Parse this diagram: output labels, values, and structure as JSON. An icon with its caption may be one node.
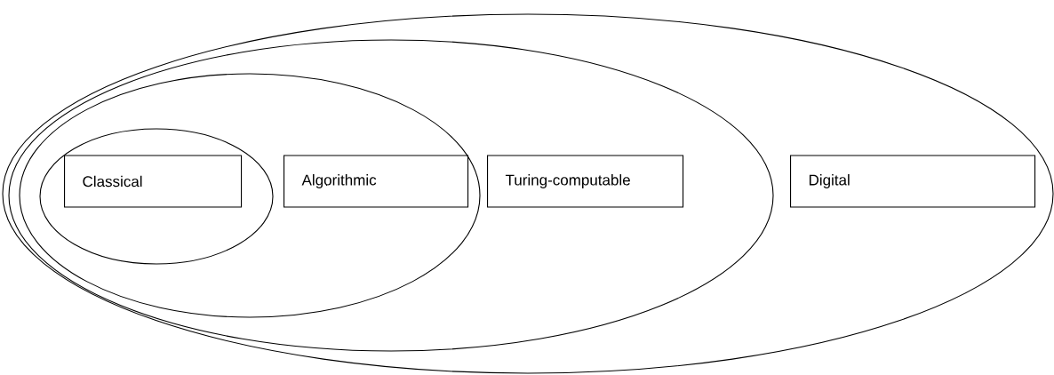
{
  "diagram": {
    "nodes": [
      {
        "text": [],
        "shape": "ellipse"
      },
      {
        "text": [],
        "shape": "ellipse",
        "in": 0
      },
      {
        "text": [],
        "shape": "ellipse",
        "in": 1
      },
      {
        "text": [],
        "shape": "ellipse",
        "in": 2
      },
      {
        "text": [
          "Classical"
        ],
        "in": 3
      },
      {
        "text": [
          "Algorithmic"
        ],
        "in": 2
      },
      {
        "text": [
          "Turing-computable"
        ],
        "in": 1
      },
      {
        "text": [
          "Digital"
        ],
        "in": 0
      }
    ]
  }
}
